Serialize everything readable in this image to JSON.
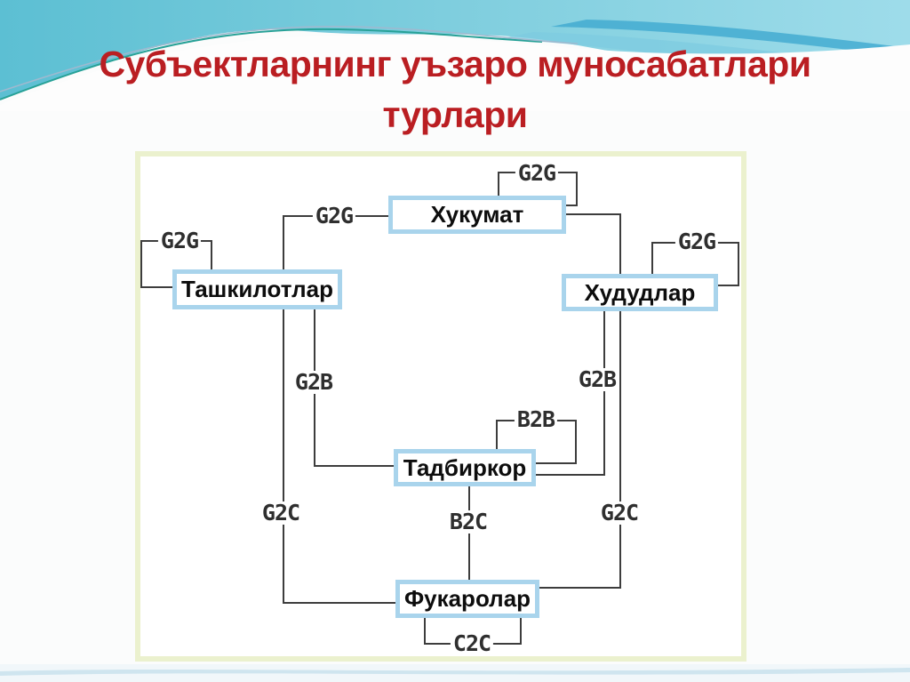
{
  "slide": {
    "title": {
      "line1": "Субъектларнинг уъзаро муносабатлари",
      "line2": "турлари"
    }
  },
  "diagram": {
    "nodes": [
      {
        "id": "government",
        "label": "Хукумат"
      },
      {
        "id": "organizations",
        "label": "Ташкилотлар"
      },
      {
        "id": "regions",
        "label": "Худудлар"
      },
      {
        "id": "entrepreneur",
        "label": "Тадбиркор"
      },
      {
        "id": "citizens",
        "label": "Фукаролар"
      }
    ],
    "edge_labels": [
      {
        "id": "g2g-government-self",
        "text": "G2G"
      },
      {
        "id": "g2g-government-organizations",
        "text": "G2G"
      },
      {
        "id": "g2g-organizations-self",
        "text": "G2G"
      },
      {
        "id": "g2g-regions-self",
        "text": "G2G"
      },
      {
        "id": "g2b-organizations-entrepreneur",
        "text": "G2B"
      },
      {
        "id": "g2b-regions-entrepreneur",
        "text": "G2B"
      },
      {
        "id": "b2b-entrepreneur-self",
        "text": "B2B"
      },
      {
        "id": "g2c-organizations-citizens",
        "text": "G2C"
      },
      {
        "id": "g2c-regions-citizens",
        "text": "G2C"
      },
      {
        "id": "b2c-entrepreneur-citizens",
        "text": "B2C"
      },
      {
        "id": "c2c-citizens-self",
        "text": "C2C"
      }
    ],
    "colors": {
      "title_red": "#ba1e22",
      "node_border_blue": "#a9d4ec",
      "connector_gray": "#3d3d3d",
      "panel_border": "#ebf1ce",
      "header_teal": "#63c2d5"
    }
  }
}
